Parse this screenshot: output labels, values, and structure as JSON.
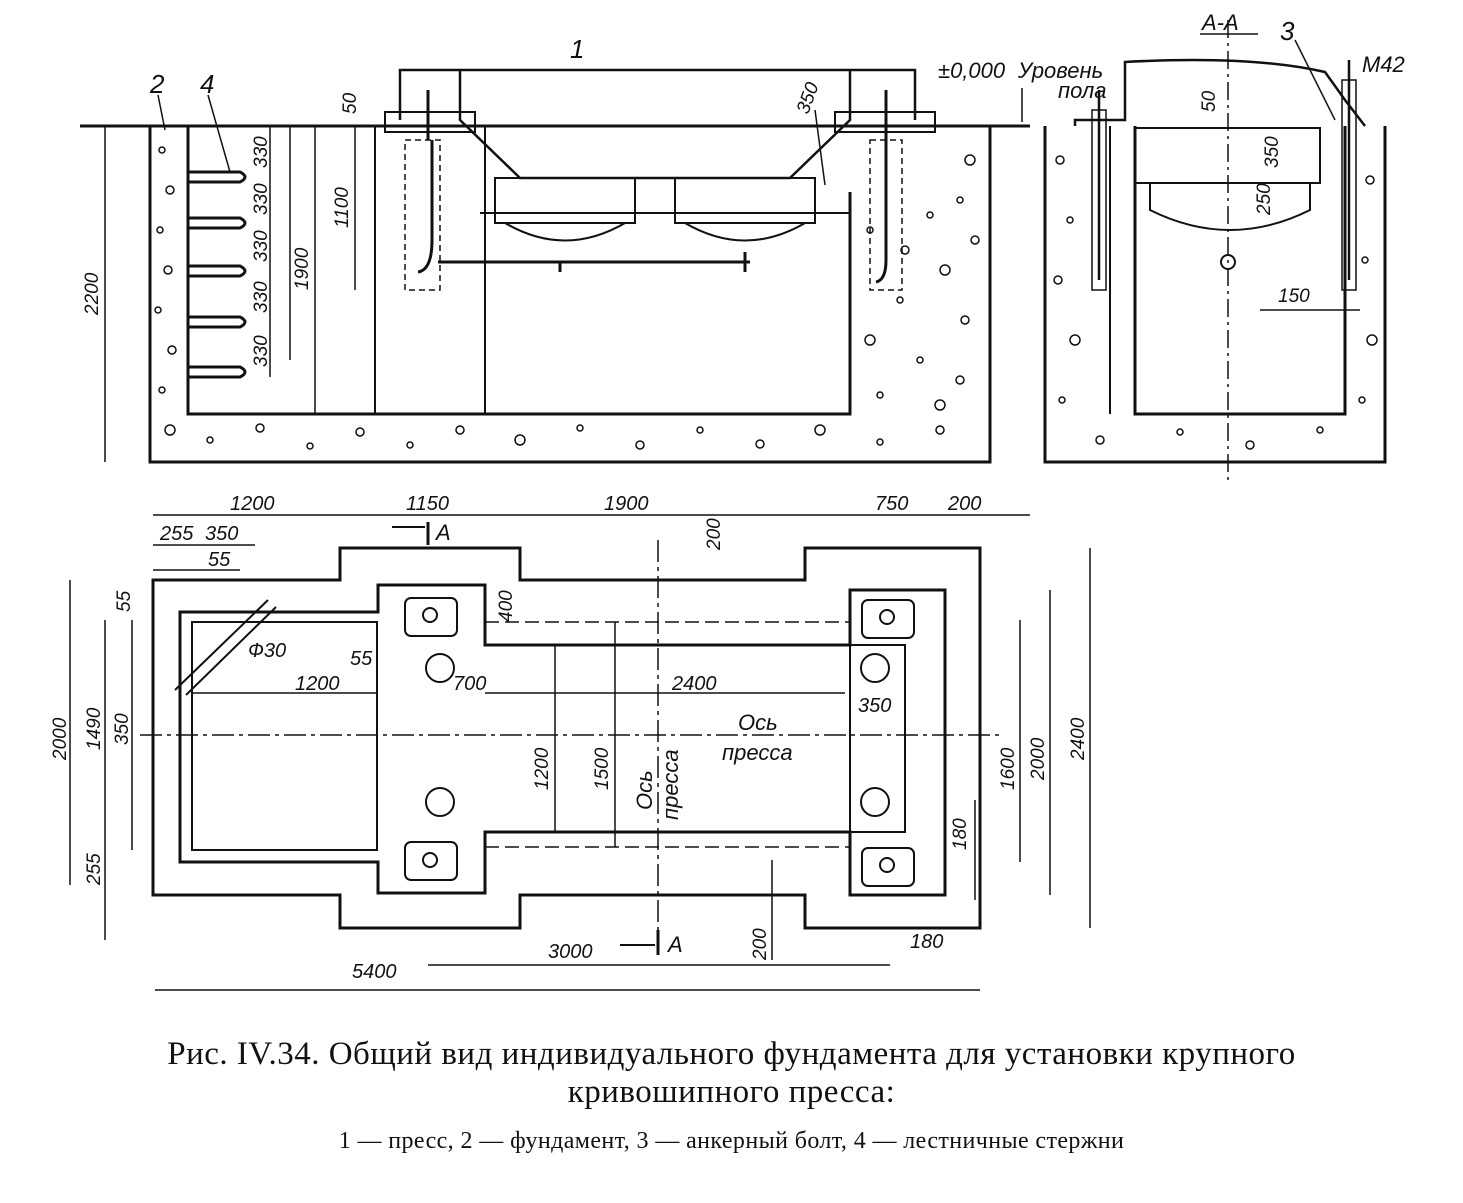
{
  "section_view": {
    "callouts": {
      "press": "1",
      "foundation": "2",
      "anchor_bolt": "3",
      "ladder_rods": "4"
    },
    "dimensions": {
      "total_depth": "2200",
      "pit_depth": "1900",
      "anchor_depth": "1100",
      "top_offset": "50",
      "bevel": "350",
      "rung_spacing": [
        "330",
        "330",
        "330",
        "330",
        "330"
      ]
    },
    "floor_level_value": "±0,000",
    "floor_level_text_1": "Уровень",
    "floor_level_text_2": "пола"
  },
  "section_aa": {
    "title": "А-А",
    "bolt_size": "М42",
    "dimensions": {
      "top_offset": "50",
      "depth_350": "350",
      "depth_250": "250",
      "width_150": "150"
    }
  },
  "plan_view": {
    "top_dims": {
      "d1200": "1200",
      "d1150": "1150",
      "d1900": "1900",
      "d750": "750",
      "d200": "200"
    },
    "left_top_dims": {
      "d255": "255",
      "d350": "350",
      "d55": "55"
    },
    "left_dims": {
      "d2000": "2000",
      "d1490": "1490",
      "d350": "350",
      "d255": "255",
      "d55": "55"
    },
    "inner_dims": {
      "phi30": "Ф30",
      "d55": "55",
      "d1200": "1200",
      "d700": "700",
      "d2400": "2400",
      "d350": "350",
      "d400": "400",
      "d200_top": "200",
      "d1200_v": "1200",
      "d1500_v": "1500"
    },
    "right_dims": {
      "d1600": "1600",
      "d2000": "2000",
      "d2400": "2400",
      "d180_v": "180"
    },
    "bottom_dims": {
      "d3000": "3000",
      "d200": "200",
      "d180": "180",
      "d5400": "5400"
    },
    "section_mark": "А",
    "axis_label_horizontal_1": "Ось",
    "axis_label_horizontal_2": "пресса",
    "axis_label_vertical_1": "Ось",
    "axis_label_vertical_2": "пресса"
  },
  "caption": {
    "line1": "Рис. IV.34. Общий вид индивидуального фундамента для установки крупного",
    "line2": "кривошипного пресса:",
    "legend": "1 — пресс,  2 — фундамент,  3 — анкерный  болт,  4 — лестничные  стержни"
  }
}
